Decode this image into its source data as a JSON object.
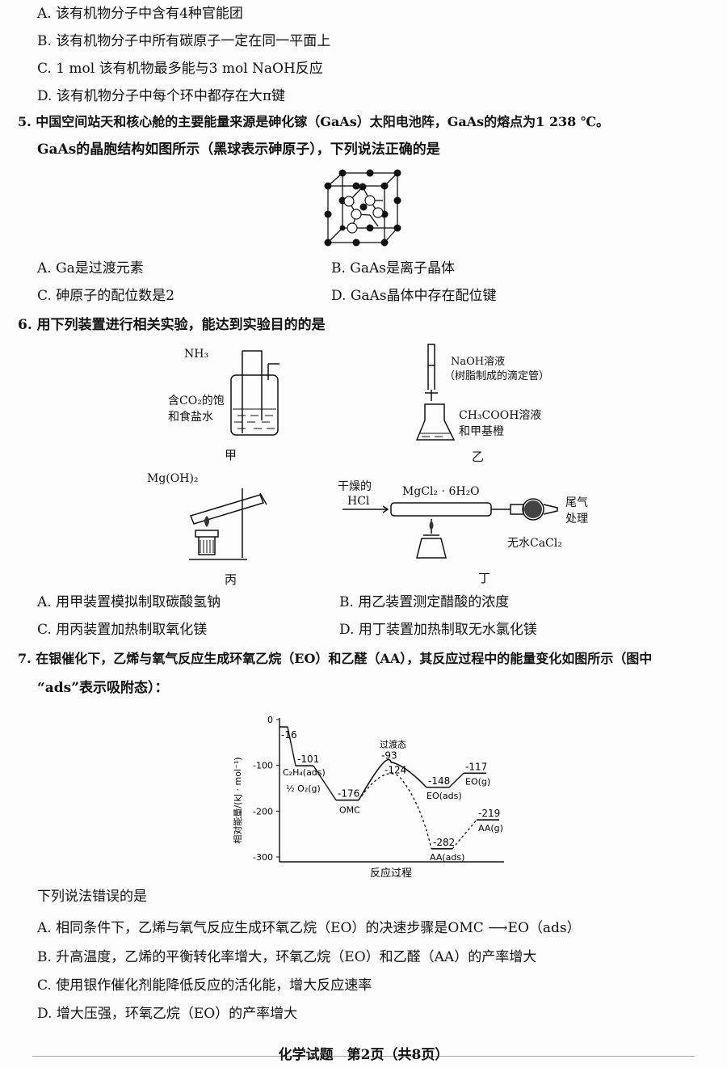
{
  "q4": {
    "opt_a": "A. 该有机物分子中含有4种官能团",
    "opt_b": "B. 该有机物分子中所有碳原子一定在同一平面上",
    "opt_c": "C. 1 mol 该有机物最多能与3 mol NaOH反应",
    "opt_d": "D. 该有机物分子中每个环中都存在大π键"
  },
  "q5": {
    "stem_1": "5. 中国空间站天和核心舱的主要能量来源是砷化镓（GaAs）太阳电池阵，GaAs的熔点为1 238 ℃。",
    "stem_2": "GaAs的晶胞结构如图所示（黑球表示砷原子），下列说法正确的是",
    "opt_a": "A. Ga是过渡元素",
    "opt_b": "B. GaAs是离子晶体",
    "opt_c": "C. 砷原子的配位数是2",
    "opt_d": "D. GaAs晶体中存在配位键"
  },
  "q6": {
    "stem": "6. 用下列装置进行相关实验，能达到实验目的的是",
    "jia": {
      "gas": "NH₃",
      "solution_1": "含CO₂的饱",
      "solution_2": "和食盐水",
      "caption": "甲"
    },
    "yi": {
      "burette_1": "NaOH溶液",
      "burette_2": "（树脂制成的滴定管）",
      "flask_1": "CH₃COOH溶液",
      "flask_2": "和甲基橙",
      "caption": "乙"
    },
    "bing": {
      "reagent": "Mg(OH)₂",
      "caption": "丙"
    },
    "ding": {
      "gas_1": "干燥的",
      "gas_2": "HCl",
      "reagent": "MgCl₂ · 6H₂O",
      "tail_1": "尾气",
      "tail_2": "处理",
      "dryer": "无水CaCl₂",
      "caption": "丁"
    },
    "opt_a": "A. 用甲装置模拟制取碳酸氢钠",
    "opt_b": "B. 用乙装置测定醋酸的浓度",
    "opt_c": "C. 用丙装置加热制取氧化镁",
    "opt_d": "D. 用丁装置加热制取无水氯化镁"
  },
  "q7": {
    "stem_1": "7. 在银催化下，乙烯与氧气反应生成环氧乙烷（EO）和乙醛（AA），其反应过程中的能量变化如图所示（图中",
    "stem_2": "“ads”表示吸附态）：",
    "sub_stem": "下列说法错误的是",
    "opt_a": "A. 相同条件下，乙烯与氧气反应生成环氧乙烷（EO）的决速步骤是OMC ⟶EO（ads）",
    "opt_b": "B. 升高温度，乙烯的平衡转化率增大，环氧乙烷（EO）和乙醛（AA）的产率增大",
    "opt_c": "C. 使用银作催化剂能降低反应的活化能，增大反应速率",
    "opt_d": "D. 增大压强，环氧乙烷（EO）的产率增大"
  },
  "chart_data": {
    "type": "line",
    "ylabel": "相对能量/(kJ · mol⁻¹)",
    "xlabel": "反应过程",
    "ylim": [
      -300,
      0
    ],
    "yticks": [
      0,
      -100,
      -200,
      -300
    ],
    "states": [
      {
        "label": "",
        "value": -16
      },
      {
        "label": "C₂H₄(ads) ½ O₂(g)",
        "value": -101
      },
      {
        "label": "OMC",
        "value": -176
      },
      {
        "label": "过渡态",
        "value": -93
      },
      {
        "label": "EO(ads)",
        "value": -148
      },
      {
        "label": "EO(g)",
        "value": -117
      }
    ],
    "series": [
      {
        "path": "EO",
        "values": [
          -16,
          -101,
          -176,
          -93,
          -148,
          -117
        ],
        "style": "solid"
      },
      {
        "path": "AA",
        "values": [
          -176,
          -124,
          -282,
          -219
        ],
        "style": "dashed",
        "labels": [
          "",
          "",
          "AA(ads)",
          "AA(g)"
        ]
      }
    ],
    "value_labels": [
      "-16",
      "-101",
      "-176",
      "-93",
      "-124",
      "-148",
      "-117",
      "-282",
      "-219"
    ]
  },
  "footer": "化学试题　第2页（共8页）"
}
